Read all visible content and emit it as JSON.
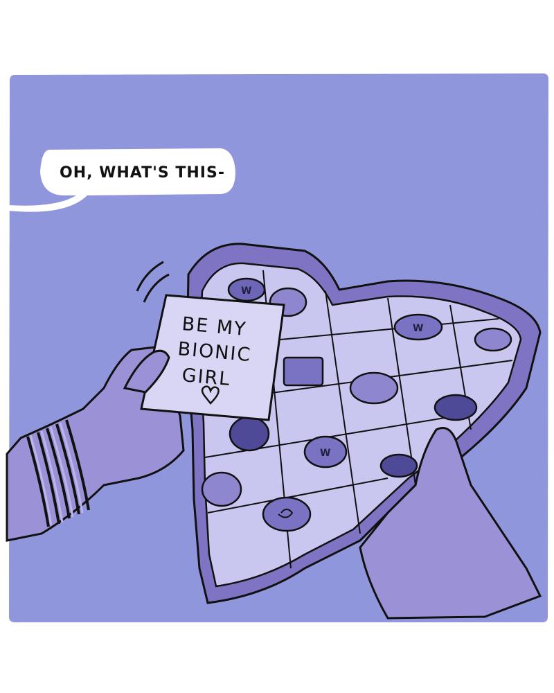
{
  "speech_bubble": {
    "text": "OH, WHAT'S THIS-"
  },
  "note": {
    "line1": "BE MY",
    "line2": "BIONIC",
    "line3": "GIRL",
    "heart_icon": "heart-icon"
  },
  "chocolate_mark": "W",
  "colors": {
    "panel_bg": "#8f96dc",
    "box_outer": "#7f73c4",
    "box_inner": "#c9c6ef",
    "chocolate": "#6d66b6",
    "chocolate_dark": "#4f4a98",
    "skin": "#9b91d6",
    "note_paper": "#d8d6f4",
    "outline": "#111111"
  }
}
